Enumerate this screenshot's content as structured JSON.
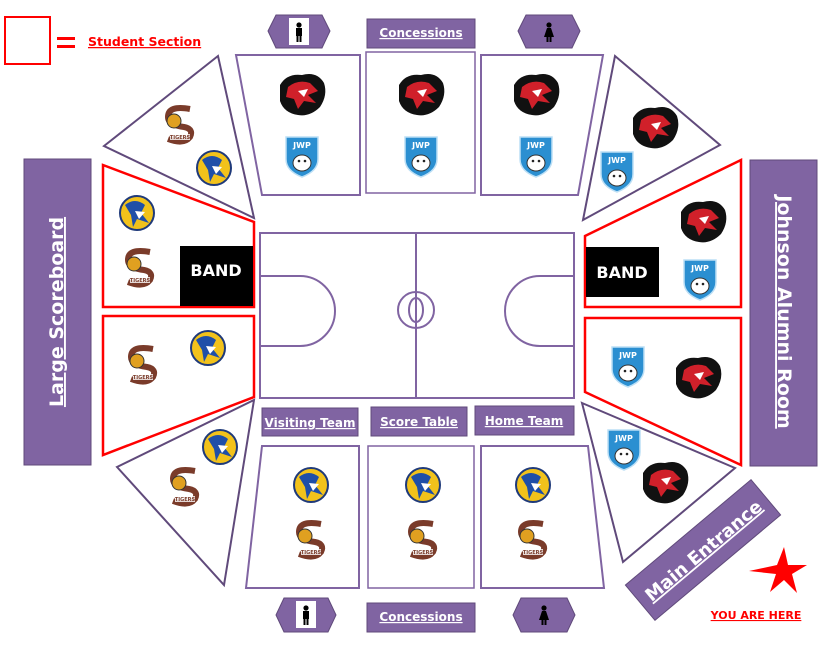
{
  "legend": {
    "label": "Student Section",
    "color": "#ff0000"
  },
  "colors": {
    "purple": "#8064a2",
    "purple_stroke": "#604a7b",
    "student": "#ff0000",
    "band": "#000000"
  },
  "top": {
    "concessions": "Concessions",
    "restroom_men": "men-restroom-icon",
    "restroom_women": "women-restroom-icon"
  },
  "bottom": {
    "concessions": "Concessions",
    "restroom_men": "men-restroom-icon",
    "restroom_women": "women-restroom-icon"
  },
  "left": {
    "scoreboard": "Large Scoreboard",
    "band": "BAND"
  },
  "right": {
    "room": "Johnson Alumni Room",
    "band": "BAND"
  },
  "courtside": {
    "visiting": "Visiting Team",
    "score_table": "Score Table",
    "home": "Home Team"
  },
  "entrance": {
    "label": "Main Entrance",
    "you_are_here": "YOU ARE HERE",
    "marker": "star-icon"
  },
  "logos": {
    "tiger": "tiger-logo",
    "jwp": "JWP",
    "bluejay": "bluejay-logo",
    "s_tigers": "S TIGERS"
  }
}
